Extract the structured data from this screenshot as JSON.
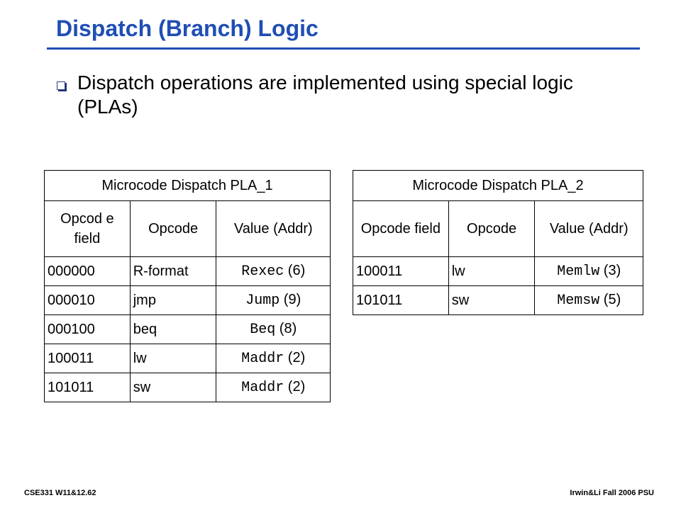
{
  "title": "Dispatch (Branch) Logic",
  "bullet": "Dispatch operations are implemented using special logic (PLAs)",
  "pla1": {
    "caption": "Microcode Dispatch PLA_1",
    "headers": [
      "Opcod e field",
      "Opcode",
      "Value (Addr)"
    ],
    "rows": [
      {
        "field": "000000",
        "opcode": "R-format",
        "label": "Rexec",
        "addr": "(6)"
      },
      {
        "field": "000010",
        "opcode": "jmp",
        "label": "Jump",
        "addr": "(9)"
      },
      {
        "field": "000100",
        "opcode": "beq",
        "label": "Beq",
        "addr": "(8)"
      },
      {
        "field": "100011",
        "opcode": "lw",
        "label": "Maddr",
        "addr": "(2)"
      },
      {
        "field": "101011",
        "opcode": "sw",
        "label": "Maddr",
        "addr": "(2)"
      }
    ]
  },
  "pla2": {
    "caption": "Microcode Dispatch PLA_2",
    "headers": [
      "Opcode field",
      "Opcode",
      "Value (Addr)"
    ],
    "rows": [
      {
        "field": "100011",
        "opcode": "lw",
        "label": "Memlw",
        "addr": "(3)"
      },
      {
        "field": "101011",
        "opcode": "sw",
        "label": "Memsw",
        "addr": "(5)"
      }
    ]
  },
  "footer": {
    "left": "CSE331  W11&12.62",
    "right": "Irwin&Li Fall 2006 PSU"
  },
  "colors": {
    "title": "#1f4eb4",
    "rule": "#1f4eb4"
  }
}
